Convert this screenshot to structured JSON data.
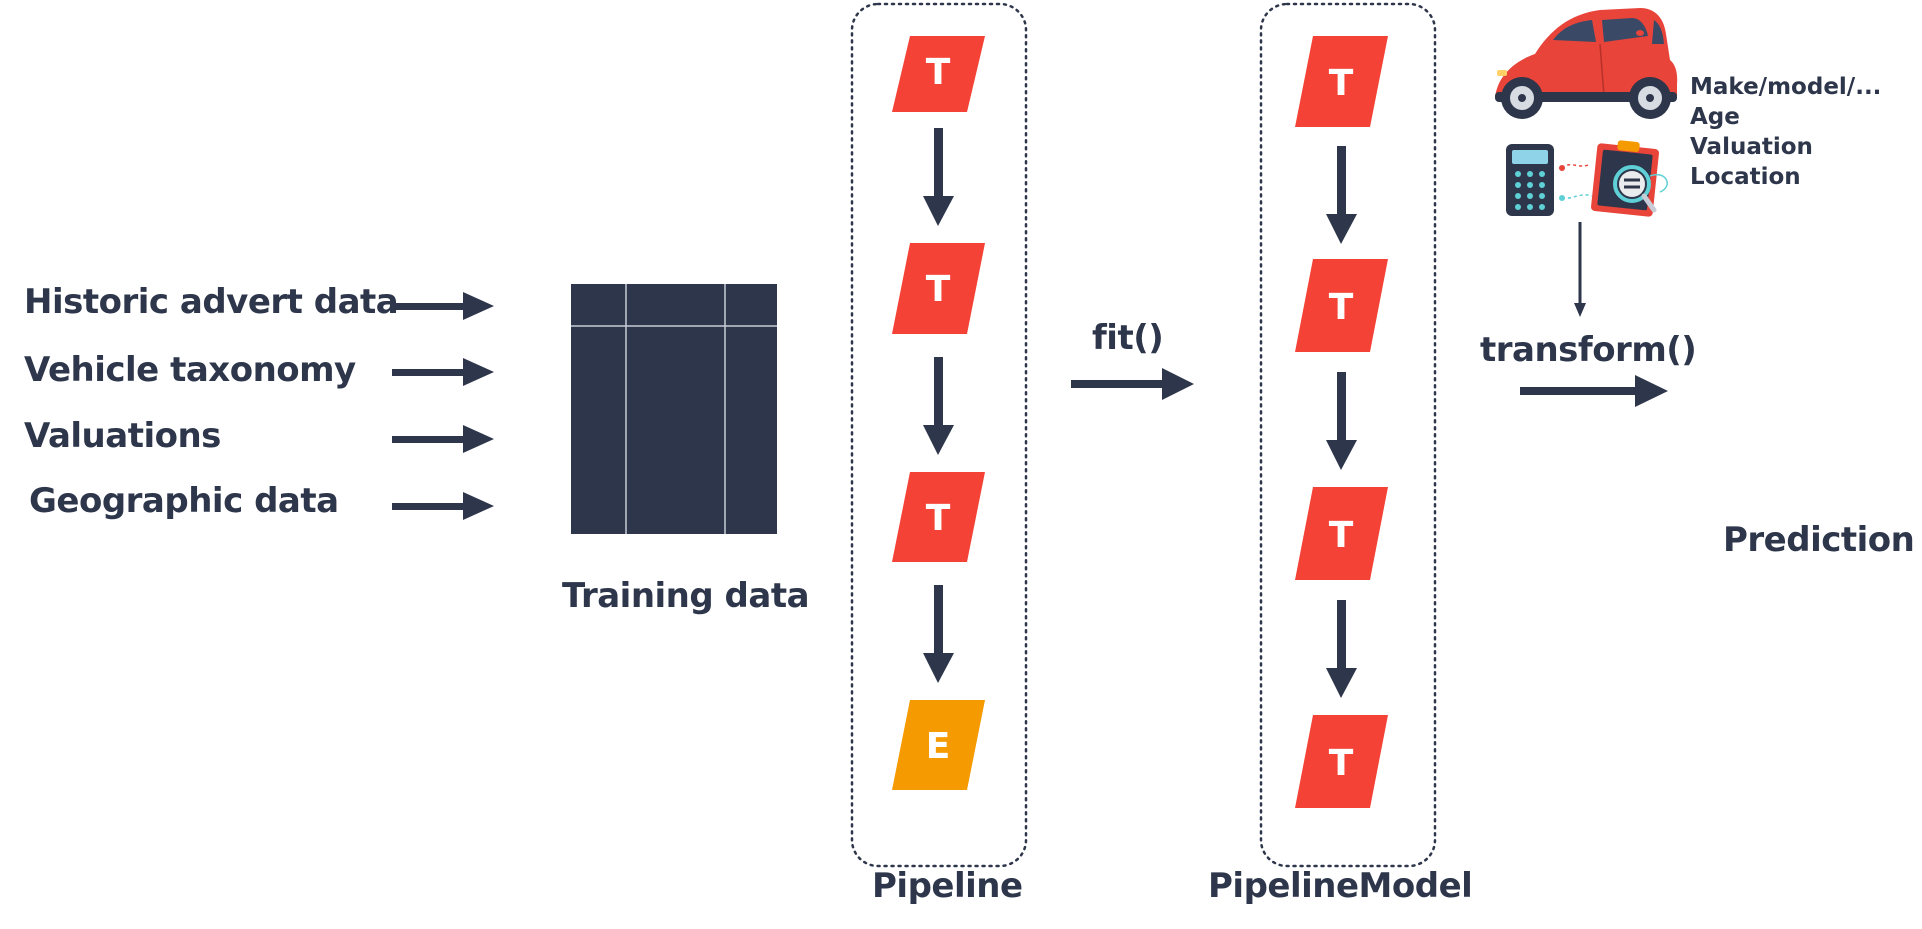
{
  "sources": [
    "Historic advert data",
    "Vehicle taxonomy",
    "Valuations",
    "Geographic data"
  ],
  "training_label": "Training data",
  "pipeline": {
    "label": "Pipeline",
    "stages": [
      "T",
      "T",
      "T",
      "E"
    ]
  },
  "fit_label": "fit()",
  "pipeline_model": {
    "label": "PipelineModel",
    "stages": [
      "T",
      "T",
      "T",
      "T"
    ]
  },
  "attributes": [
    "Make/model/...",
    "Age",
    "Valuation",
    "Location"
  ],
  "transform_label": "transform()",
  "prediction_label": "Prediction",
  "colors": {
    "navy": "#2d364a",
    "transformer": "#f44336",
    "estimator": "#f59a00",
    "car": "#e8443a"
  },
  "icons": [
    "car-icon",
    "calculator-icon",
    "clipboard-magnifier-icon"
  ]
}
